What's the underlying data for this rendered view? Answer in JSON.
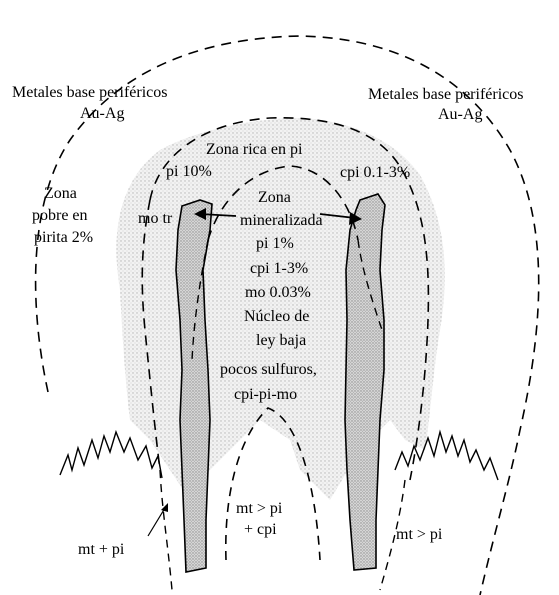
{
  "labels": {
    "left_peripheral_line1": "Metales base periféricos",
    "left_peripheral_line2": "Au-Ag",
    "right_peripheral_line1": "Metales base periféricos",
    "right_peripheral_line2": "Au-Ag",
    "zona_rica": "Zona rica en pi",
    "pi_10": "pi 10%",
    "cpi_range": "cpi 0.1-3%",
    "zona_pobre_1": "Zona",
    "zona_pobre_2": "pobre en",
    "zona_pobre_3": "pirita 2%",
    "mo_tr": "mo tr",
    "zona_min_1": "Zona",
    "zona_min_2": "mineralizada",
    "pi_1": "pi 1%",
    "cpi_1_3": "cpi 1-3%",
    "mo_003": "mo 0.03%",
    "nucleo_1": "Núcleo de",
    "nucleo_2": "ley baja",
    "pocos": "pocos sulfuros,",
    "cpi_pi_mo": "cpi-pi-mo",
    "mt_gt_pi_center": "mt > pi",
    "plus_cpi": "+   cpi",
    "mt_plus_pi": "mt + pi",
    "mt_gt_pi_right": "mt > pi"
  }
}
